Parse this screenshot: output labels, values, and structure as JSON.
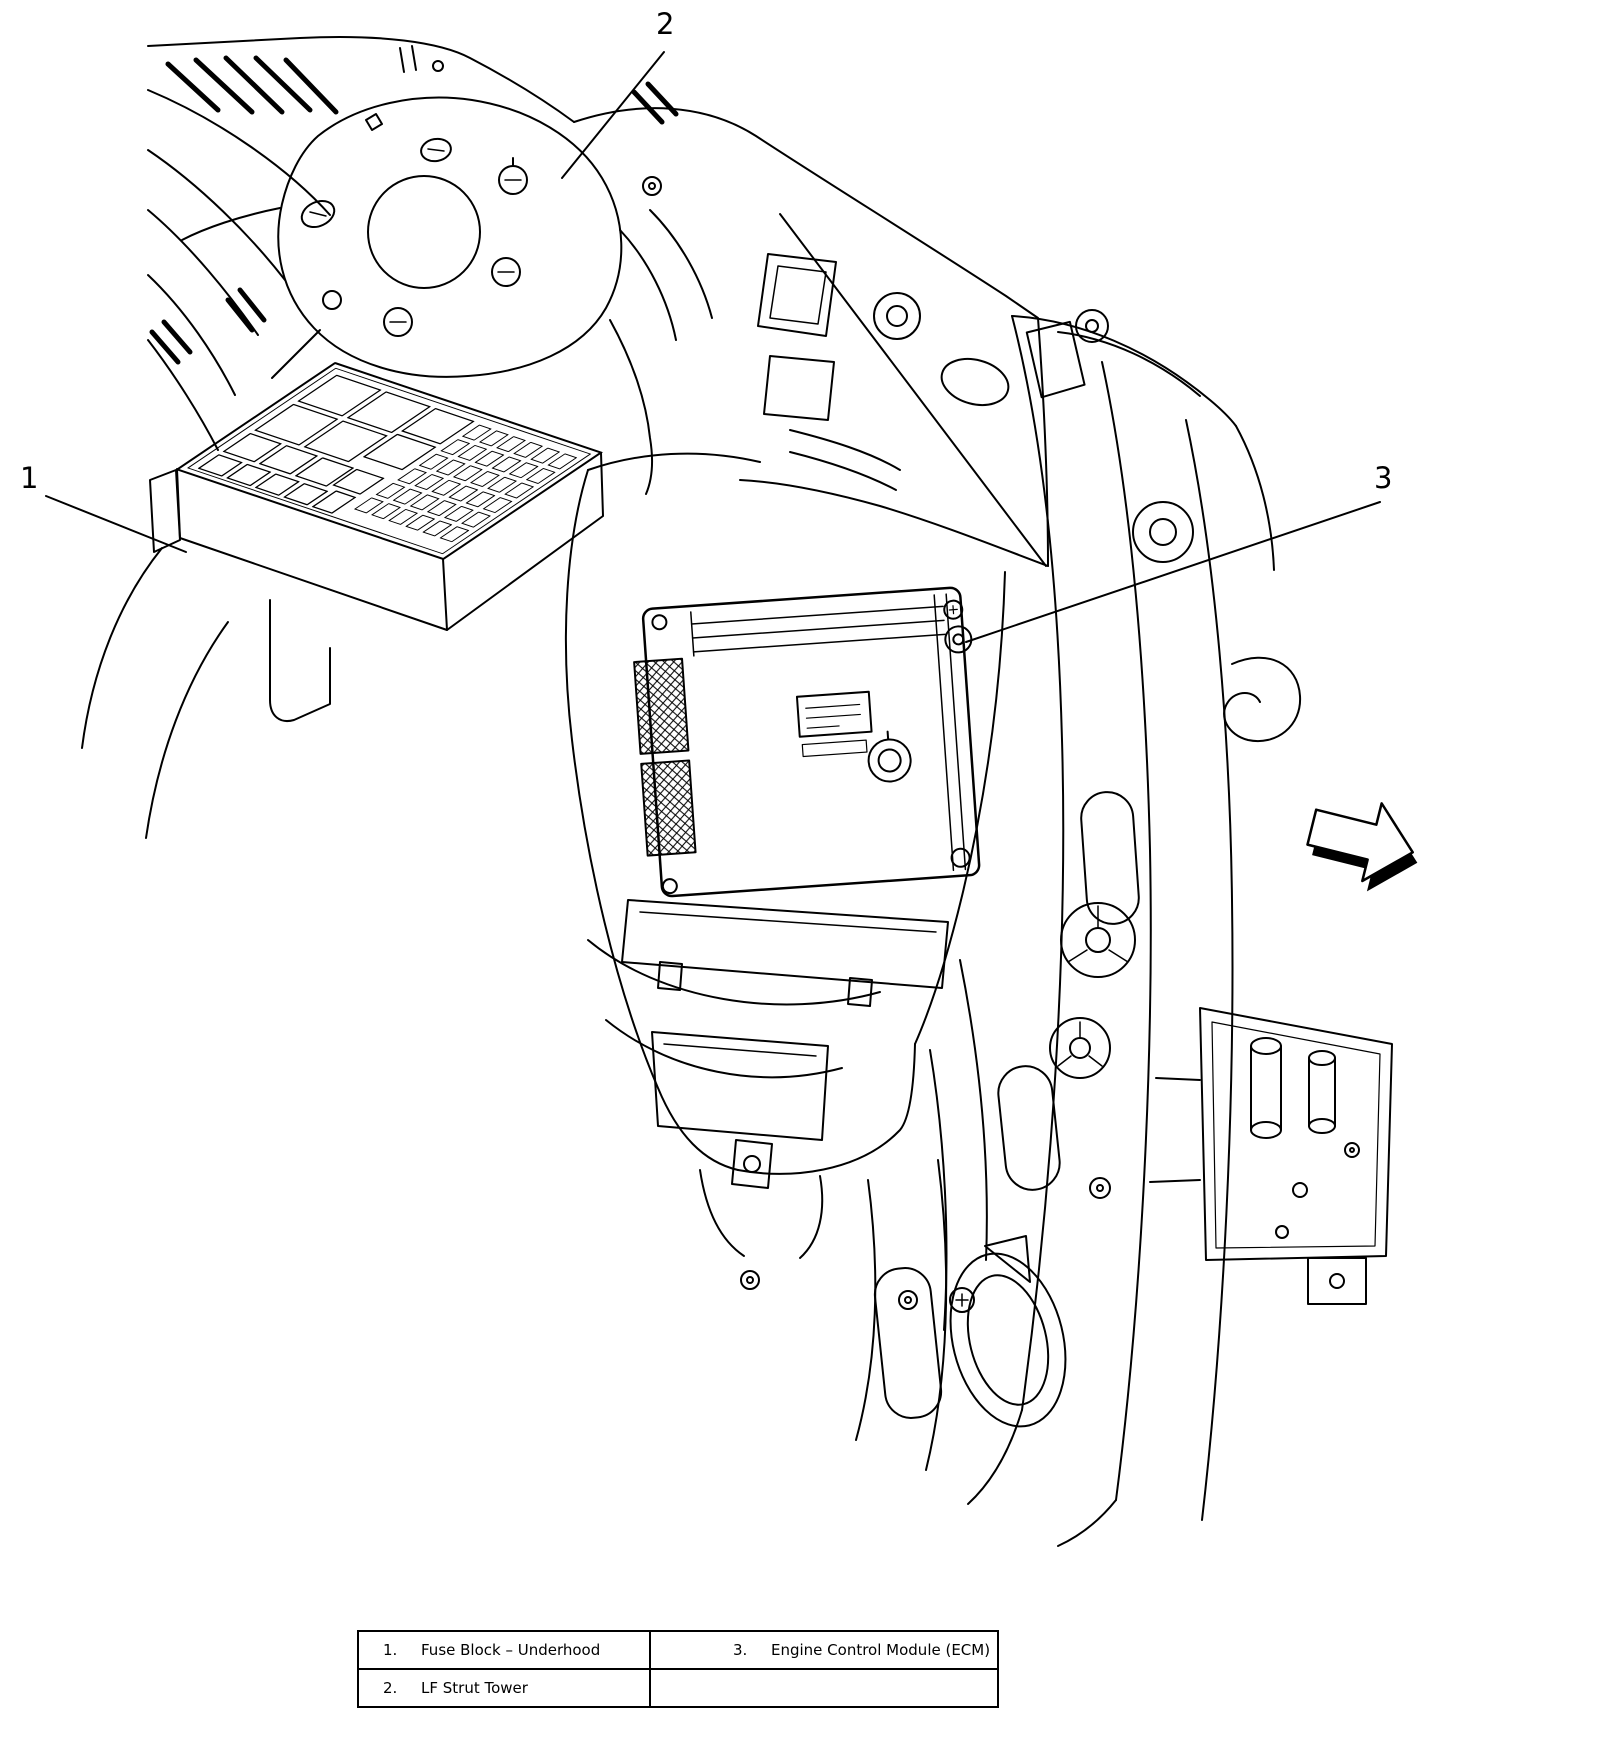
{
  "colors": {
    "line": "#000000",
    "background": "#ffffff"
  },
  "icons": {
    "direction_arrow_icon": "solid-right-arrow"
  },
  "callouts": [
    {
      "label": "1"
    },
    {
      "label": "2"
    },
    {
      "label": "3"
    }
  ],
  "legend": {
    "rows": [
      {
        "cells": [
          {
            "num": "1.",
            "label": "Fuse Block – Underhood"
          },
          {
            "num": "3.",
            "label": "Engine Control Module (ECM)"
          }
        ]
      },
      {
        "cells": [
          {
            "num": "2.",
            "label": "LF Strut Tower"
          },
          {
            "num": "",
            "label": ""
          }
        ]
      }
    ]
  }
}
